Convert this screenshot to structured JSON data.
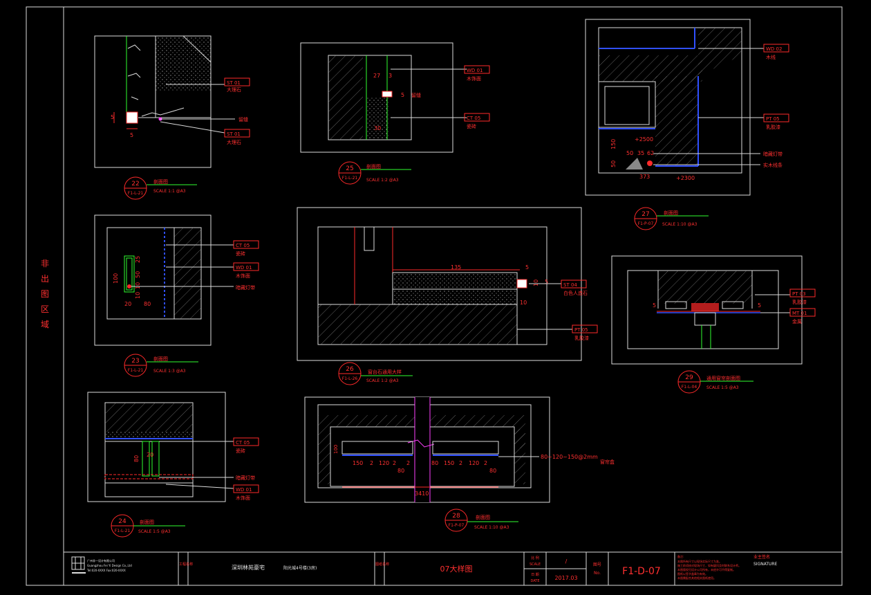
{
  "side_label": [
    "非",
    "出",
    "图",
    "区",
    "域"
  ],
  "details": {
    "d22": {
      "num": "22",
      "ref": "F1-L-21",
      "title": "剖面图",
      "scale": "SCALE 1:1 @A3"
    },
    "d23": {
      "num": "23",
      "ref": "F1-L-21",
      "title": "剖面图",
      "scale": "SCALE 1:3 @A3"
    },
    "d24": {
      "num": "24",
      "ref": "F1-L-21",
      "title": "剖面图",
      "scale": "SCALE 1:5 @A3"
    },
    "d25": {
      "num": "25",
      "ref": "F1-L-21",
      "title": "剖面图",
      "scale": "SCALE 1:2 @A3"
    },
    "d26": {
      "num": "26",
      "ref": "F1-L-26",
      "title": "窗台石通用大样",
      "scale": "SCALE 1:2 @A3"
    },
    "d27": {
      "num": "27",
      "ref": "F1-P-07",
      "title": "剖面图",
      "scale": "SCALE 1:10 @A3"
    },
    "d28": {
      "num": "28",
      "ref": "F1-P-07",
      "title": "剖面图",
      "scale": "SCALE 1:10 @A3"
    },
    "d29": {
      "num": "29",
      "ref": "F1-L-04",
      "title": "通用窗帘剖面图",
      "scale": "SCALE 1:5 @A3"
    }
  },
  "tags": {
    "st01": "ST 01",
    "st04": "ST 04",
    "wd01": "WD 01",
    "wd02": "WD 02",
    "ct05": "CT 05",
    "pt05": "PT 05",
    "pt03": "PT 03",
    "mt01": "MT 01"
  },
  "notes": {
    "marble": "大理石",
    "wood": "木饰面",
    "tile": "瓷砖",
    "paint": "乳胶漆",
    "seam": "留缝",
    "led": "暗藏灯带",
    "led2": "暗藏灯带",
    "white_marble": "白色人造石",
    "wood_line": "木线",
    "wood_base": "实木线条",
    "latex": "乳胶漆",
    "curtain_box": "窗帘盒",
    "metal": "金属",
    "dim_note": "80~120~150@2mm"
  },
  "dims": {
    "d22": [
      "5",
      "5"
    ],
    "d25": [
      "27",
      "3",
      "30",
      "5"
    ],
    "d23": [
      "100",
      "25",
      "50",
      "10",
      "10",
      "20",
      "80"
    ],
    "d26": [
      "135",
      "5",
      "10",
      "5",
      "10"
    ],
    "d27": [
      "+2500",
      "150",
      "50",
      "35",
      "62",
      "50",
      "373",
      "+2300"
    ],
    "d24": [
      "20",
      "80"
    ],
    "d28": [
      "150",
      "2",
      "120",
      "2",
      "80",
      "2",
      "150",
      "2",
      "120",
      "2",
      "80",
      "3410",
      "100"
    ],
    "d29": [
      "5",
      "5"
    ]
  },
  "title_block": {
    "company_cn": "广州非一设计有限公司",
    "company_en1": "Guangzhou Fei Yi Design Co.,Ltd",
    "company_en2": "Tel:020-XXXX Fax:020-XXXX",
    "project_label": "工程名称",
    "project_name": "深圳林苑豪宅",
    "project_sub": "阳光城4号楼(3房)",
    "drawing_label": "图纸名称",
    "drawing_name": "07大样图",
    "scale_label_cn": "比 例",
    "scale_label_en": "SCALE",
    "scale_value": "/",
    "date_label_cn": "日 期",
    "date_label_en": "DATE",
    "date_value": "2017.03",
    "no_label_cn": "图号",
    "no_label_en": "No.",
    "drawing_no": "F1-D-07",
    "sign_label_cn": "业主签名",
    "sign_label_en": "SIGNATURE",
    "remarks_title": "备注:",
    "remarks": [
      "本图所有尺寸以现场实际尺寸为准。",
      "施工前须核对现场尺寸，如有疑问及时联系设计师。",
      "本图版权归设计公司所有，未经许可不得复制。",
      "图纸以签字盖章为有效。",
      "本图需配合其他相关图纸使用。"
    ]
  }
}
